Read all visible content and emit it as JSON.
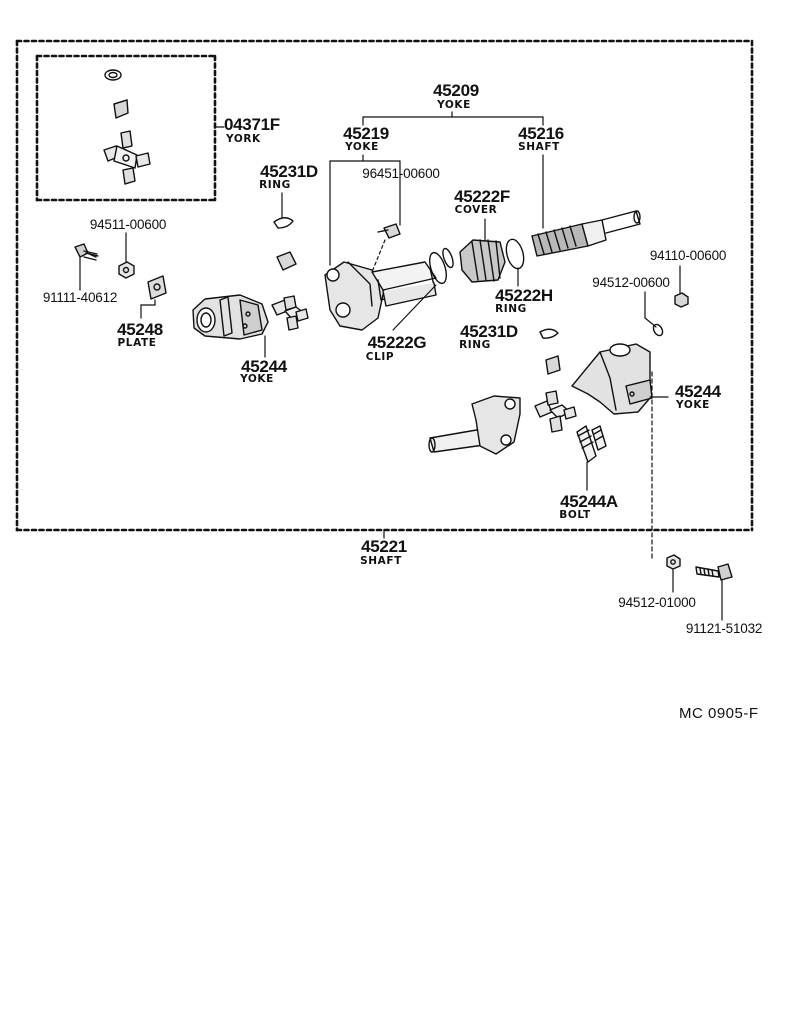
{
  "labels": {
    "kit_04371F": {
      "number": "04371F",
      "name": "YORK"
    },
    "p_45209": {
      "number": "45209",
      "name": "YOKE"
    },
    "p_45219": {
      "number": "45219",
      "name": "YOKE"
    },
    "p_45216": {
      "number": "45216",
      "name": "SHAFT"
    },
    "p_45231D_a": {
      "number": "45231D",
      "name": "RING"
    },
    "p_96451": {
      "number": "96451-00600"
    },
    "p_45222F": {
      "number": "45222F",
      "name": "COVER"
    },
    "p_94511": {
      "number": "94511-00600"
    },
    "p_91111": {
      "number": "91111-40612"
    },
    "p_45248": {
      "number": "45248",
      "name": "PLATE"
    },
    "p_45244_a": {
      "number": "45244",
      "name": "YOKE"
    },
    "p_45222G": {
      "number": "45222G",
      "name": "CLIP"
    },
    "p_45222H": {
      "number": "45222H",
      "name": "RING"
    },
    "p_94110": {
      "number": "94110-00600"
    },
    "p_94512_a": {
      "number": "94512-00600"
    },
    "p_45231D_b": {
      "number": "45231D",
      "name": "RING"
    },
    "p_45244_b": {
      "number": "45244",
      "name": "YOKE"
    },
    "p_45244A": {
      "number": "45244A",
      "name": "BOLT"
    },
    "p_45221": {
      "number": "45221",
      "name": "SHAFT"
    },
    "p_94512_b": {
      "number": "94512-01000"
    },
    "p_91121": {
      "number": "91121-51032"
    }
  },
  "diagram_ref": "MC  0905-F"
}
